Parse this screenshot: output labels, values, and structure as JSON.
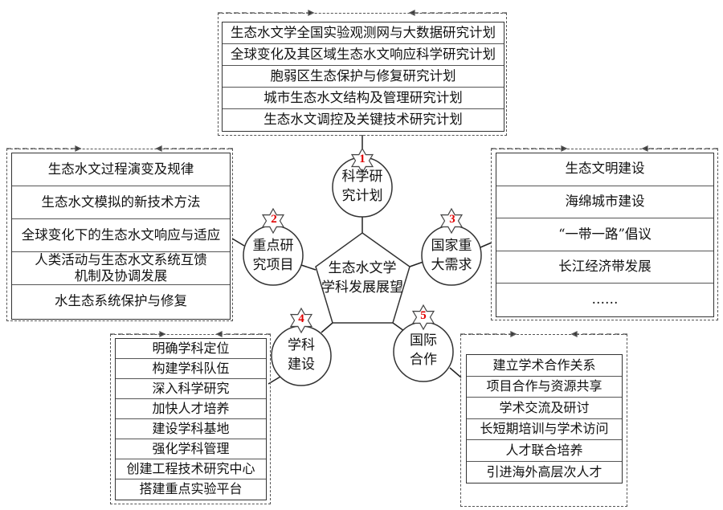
{
  "center": {
    "line1": "生态水文学",
    "line2": "学科发展展望"
  },
  "nodes": [
    {
      "number": "1",
      "line1": "科学研",
      "line2": "究计划"
    },
    {
      "number": "2",
      "line1": "重点研",
      "line2": "究项目"
    },
    {
      "number": "3",
      "line1": "国家重",
      "line2": "大需求"
    },
    {
      "number": "4",
      "line1": "学科",
      "line2": "建设"
    },
    {
      "number": "5",
      "line1": "国际",
      "line2": "合作"
    }
  ],
  "panels": {
    "research_plans": [
      "生态水文学全国实验观测网与大数据研究计划",
      "全球变化及其区域生态水文响应科学研究计划",
      "胞弱区生态保护与修复研究计划",
      "城市生态水文结构及管理研究计划",
      "生态水文调控及关键技术研究计划"
    ],
    "key_projects": [
      "生态水文过程演变及规律",
      "生态水文模拟的新技术方法",
      "全球变化下的生态水文响应与适应",
      "人类活动与生态水文系统互馈\n机制及协调发展",
      "水生态系统保护与修复"
    ],
    "national_needs": [
      "生态文明建设",
      "海绵城市建设",
      "“一带一路”倡议",
      "长江经济带发展",
      "……"
    ],
    "discipline_building": [
      "明确学科定位",
      "构建学科队伍",
      "深入科学研究",
      "加快人才培养",
      "建设学科基地",
      "强化学科管理",
      "创建工程技术研究中心",
      "搭建重点实验平台"
    ],
    "international_cooperation": [
      "建立学术合作关系",
      "项目合作与资源共享",
      "学术交流及研讨",
      "长短期培训与学术访问",
      "人才联合培养",
      "引进海外高层次人才"
    ]
  },
  "colors": {
    "number": "#e00000",
    "line": "#222222",
    "dashed": "#555555"
  }
}
